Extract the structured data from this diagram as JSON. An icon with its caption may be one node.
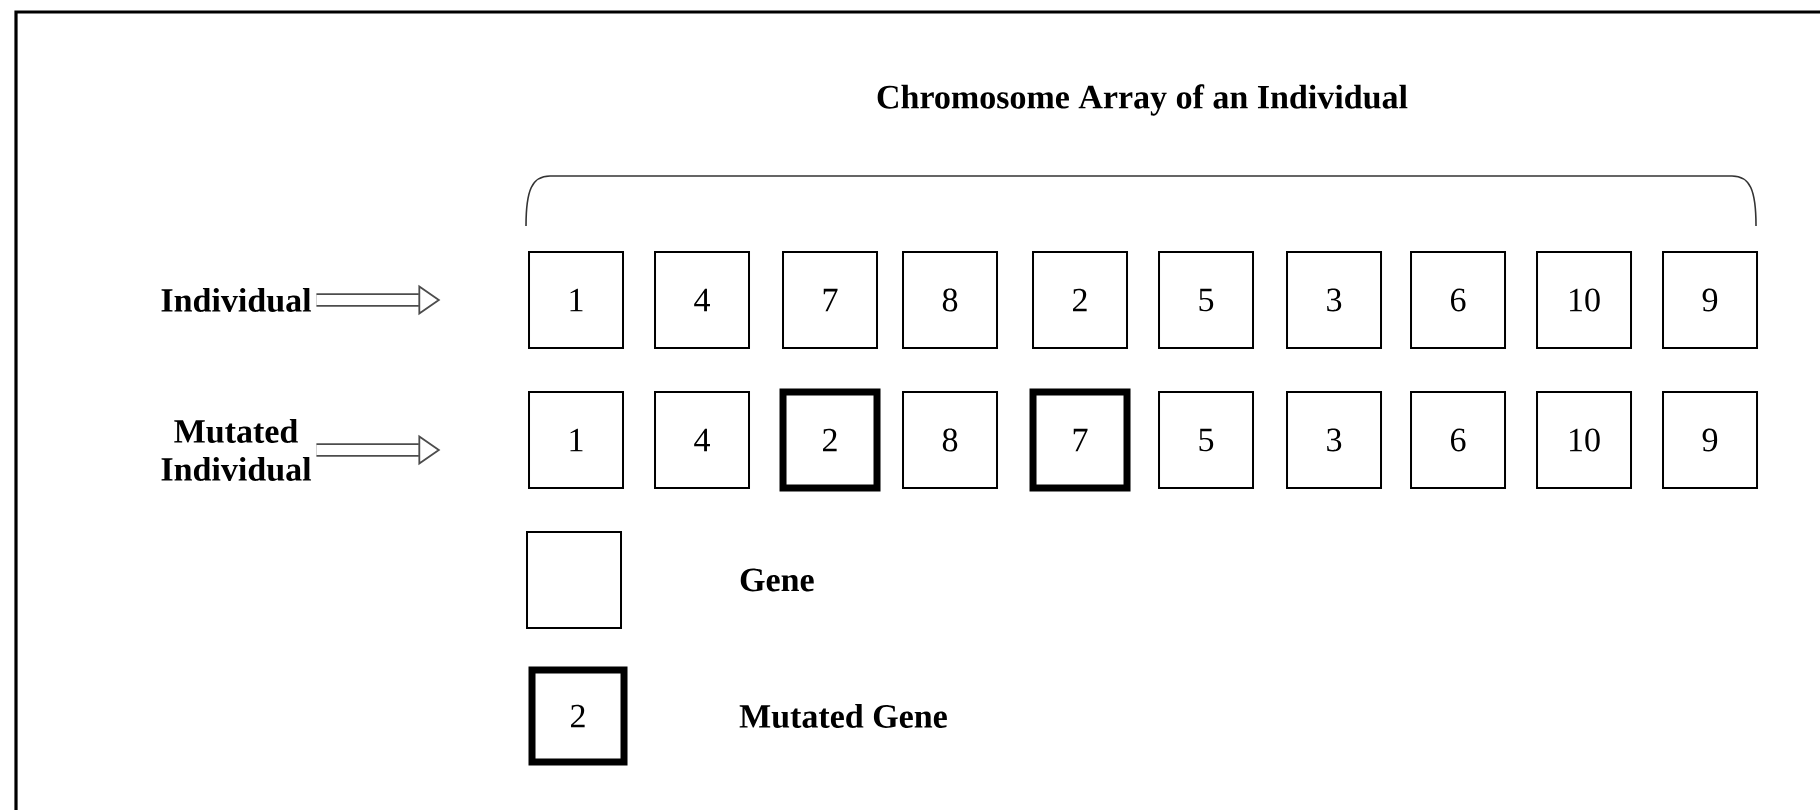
{
  "diagram": {
    "title": "Chromosome Array of an Individual",
    "nodes": [
      {
        "text": [
          "Individual"
        ]
      },
      {
        "text": [
          "1"
        ]
      },
      {
        "text": [
          "4"
        ]
      },
      {
        "text": [
          "7"
        ]
      },
      {
        "text": [
          "8"
        ]
      },
      {
        "text": [
          "2"
        ]
      },
      {
        "text": [
          "5"
        ]
      },
      {
        "text": [
          "3"
        ]
      },
      {
        "text": [
          "6"
        ]
      },
      {
        "text": [
          "10"
        ]
      },
      {
        "text": [
          "9"
        ]
      },
      {
        "text": [
          "Mutated Individual"
        ]
      },
      {
        "text": [
          "1"
        ]
      },
      {
        "text": [
          "4"
        ]
      },
      {
        "text": [
          "2"
        ]
      },
      {
        "text": [
          "8"
        ]
      },
      {
        "text": [
          "7"
        ]
      },
      {
        "text": [
          "5"
        ]
      },
      {
        "text": [
          "3"
        ]
      },
      {
        "text": [
          "6"
        ]
      },
      {
        "text": [
          "10"
        ]
      },
      {
        "text": [
          "9"
        ]
      }
    ],
    "edges": [
      {
        "from": 0,
        "to": null,
        "arrow": "to"
      },
      {
        "from": 11,
        "to": null,
        "arrow": "to"
      }
    ],
    "labels": [
      "2"
    ],
    "legend": [
      {
        "text": "Gene"
      },
      {
        "text": "Mutated Gene"
      }
    ]
  }
}
